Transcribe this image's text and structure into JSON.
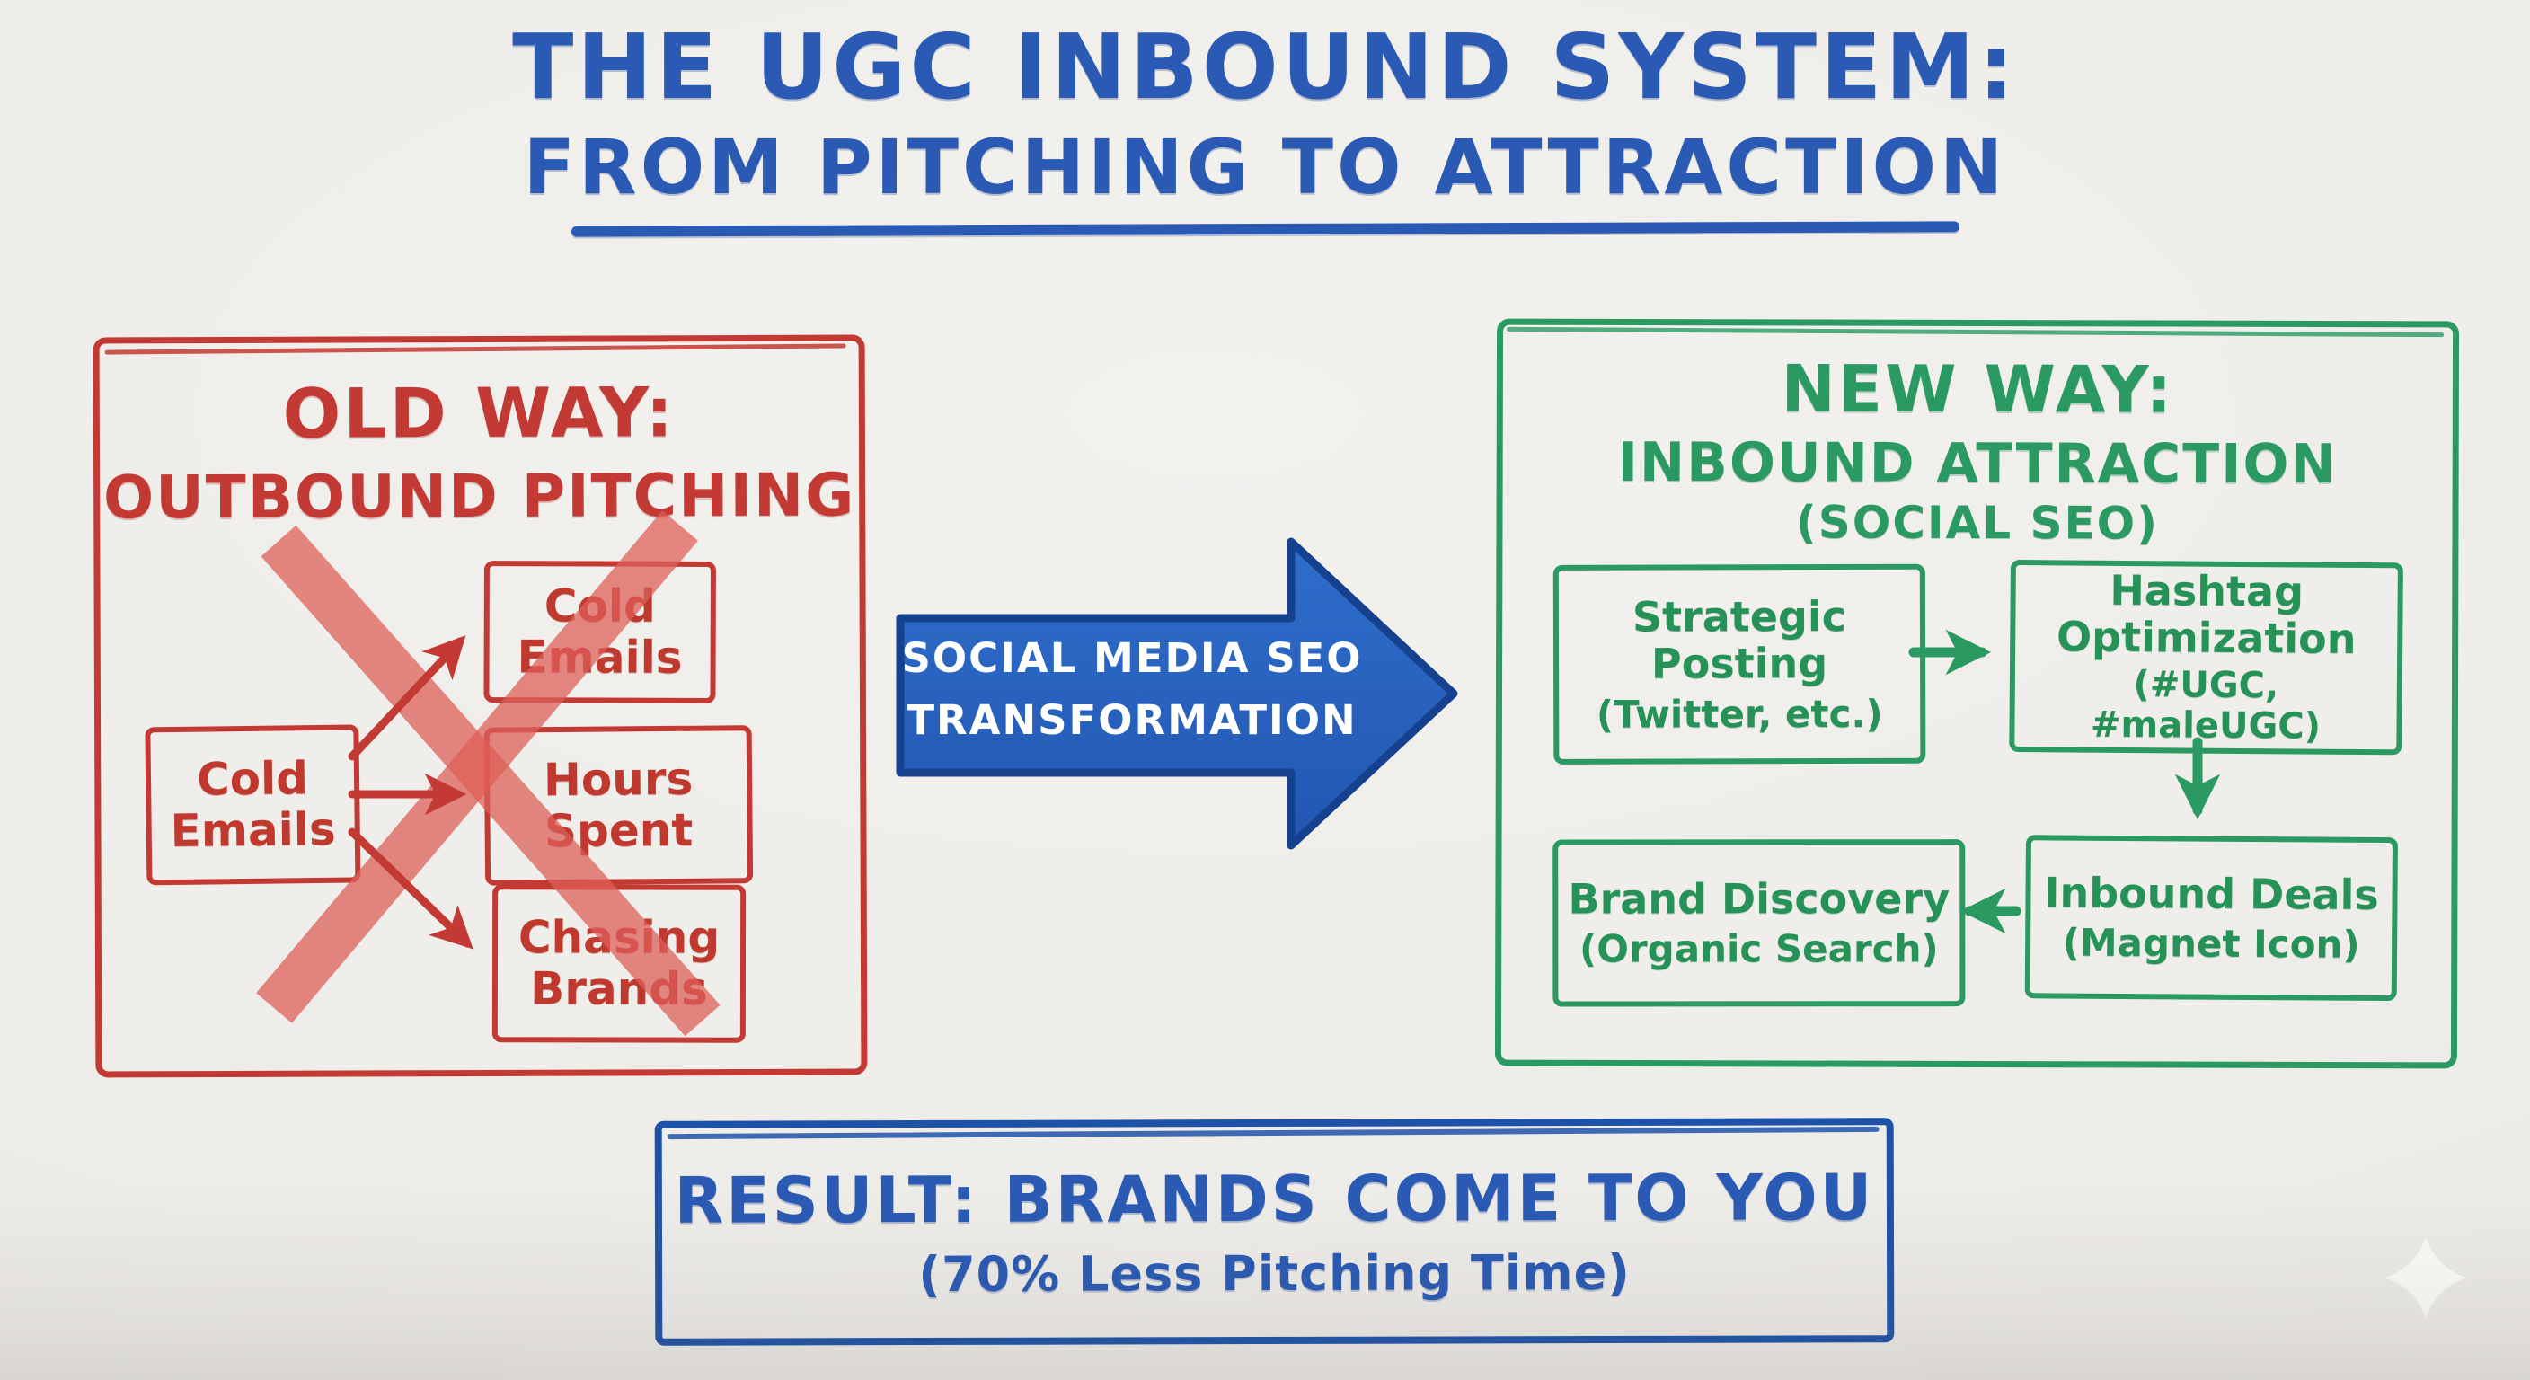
{
  "title": {
    "line1": "THE UGC INBOUND SYSTEM:",
    "line2": "FROM PITCHING TO ATTRACTION"
  },
  "old_way": {
    "heading1": "OLD WAY:",
    "heading2": "OUTBOUND PITCHING",
    "source": [
      "Cold",
      "Emails"
    ],
    "targets": [
      [
        "Cold",
        "Emails"
      ],
      [
        "Hours",
        "Spent"
      ],
      [
        "Chasing",
        "Brands"
      ]
    ]
  },
  "transformation": {
    "line1": "SOCIAL MEDIA SEO",
    "line2": "TRANSFORMATION"
  },
  "new_way": {
    "heading1": "NEW WAY:",
    "heading2": "INBOUND ATTRACTION",
    "heading3": "(SOCIAL SEO)",
    "boxes": [
      {
        "lines": [
          "Strategic",
          "Posting",
          "(Twitter, etc.)"
        ]
      },
      {
        "lines": [
          "Hashtag",
          "Optimization",
          "(#UGC, #maleUGC)"
        ]
      },
      {
        "lines": [
          "Brand Discovery",
          "(Organic Search)"
        ]
      },
      {
        "lines": [
          "Inbound Deals",
          "(Magnet Icon)"
        ]
      }
    ]
  },
  "result": {
    "line1": "RESULT: BRANDS COME TO YOU",
    "line2": "(70% Less Pitching Time)"
  },
  "icons": {
    "sparkle": "four-point-star"
  },
  "colors": {
    "blue_ink": "#2a5ab4",
    "blue_arrow_fill": "#2a64c3",
    "red_ink": "#c23a33",
    "red_cross": "#dd5f58",
    "green_ink": "#2a9a62",
    "background": "#efede9"
  }
}
